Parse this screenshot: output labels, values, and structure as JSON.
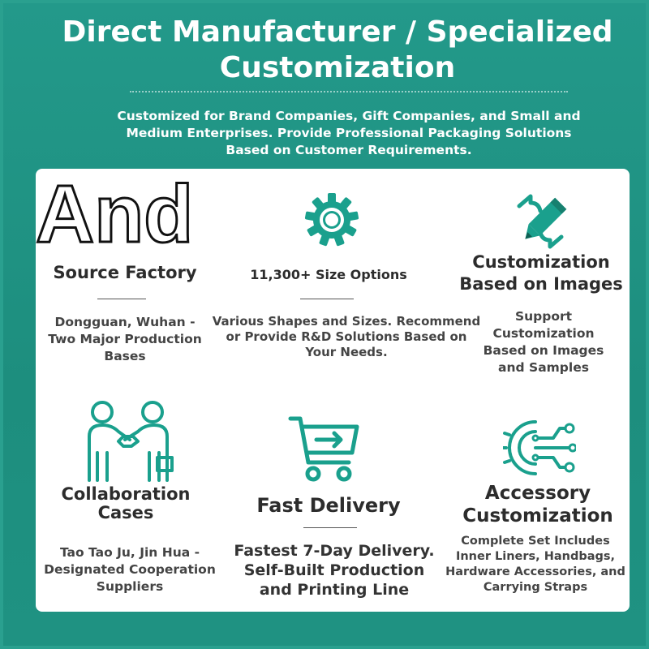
{
  "header": {
    "headline": "Direct Manufacturer / Specialized Customization",
    "subline": "Customized for Brand Companies, Gift Companies, and Small and Medium Enterprises. Provide Professional Packaging Solutions Based on Customer Requirements."
  },
  "overlay_word": "And",
  "colors": {
    "background": "#1f8f7f",
    "accent_icon": "#1a9b8a",
    "card": "#ffffff"
  },
  "features": [
    {
      "icon": "factory-icon",
      "title": "Source Factory",
      "desc": "Dongguan, Wuhan - Two Major Production Bases"
    },
    {
      "icon": "gear-icon",
      "title": "11,300+ Size Options",
      "desc": "Various Shapes and Sizes. Recommend or Provide R&D Solutions Based on Your Needs."
    },
    {
      "icon": "pencil-edit-icon",
      "title": "Customization Based on Images",
      "desc": "Support Customization Based on Images and Samples"
    },
    {
      "icon": "handshake-icon",
      "title": "Collaboration Cases",
      "desc": "Tao Tao Ju, Jin Hua - Designated Cooperation Suppliers"
    },
    {
      "icon": "shopping-cart-icon",
      "title": "Fast Delivery",
      "desc": "Fastest 7-Day Delivery. Self-Built Production and Printing Line"
    },
    {
      "icon": "circuit-gear-icon",
      "title": "Accessory Customization",
      "desc": "Complete Set Includes Inner Liners, Handbags, Hardware Accessories, and Carrying Straps"
    }
  ]
}
